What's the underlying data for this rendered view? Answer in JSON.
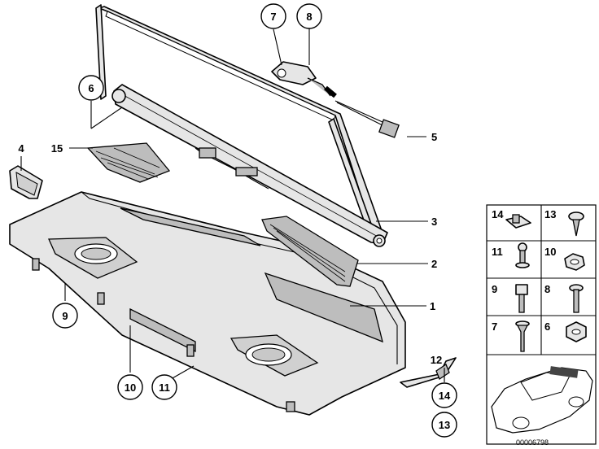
{
  "callouts": {
    "c1": "1",
    "c2": "2",
    "c3": "3",
    "c4": "4",
    "c5": "5",
    "c6": "6",
    "c7": "7",
    "c8": "8",
    "c9": "9",
    "c10": "10",
    "c11": "11",
    "c12": "12",
    "c13": "13",
    "c14": "14",
    "c15": "15"
  },
  "parts_grid": {
    "cells": [
      "14",
      "13",
      "11",
      "10",
      "9",
      "8",
      "7",
      "6"
    ]
  },
  "diagram_code": "00006798"
}
